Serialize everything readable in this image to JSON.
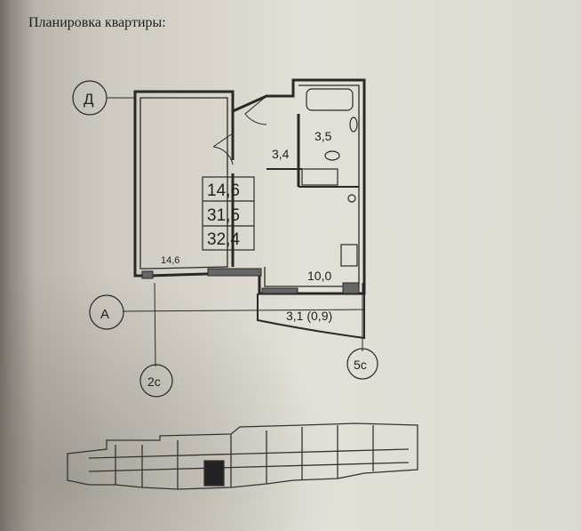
{
  "document": {
    "heading": "Планировка квартиры:"
  },
  "plan": {
    "axes": {
      "top": "Д",
      "middle": "А",
      "left_bottom": "2с",
      "right_bottom": "5с"
    },
    "summary": {
      "living_area": "14,6",
      "total_area": "31,5",
      "total_with_balcony": "32,4"
    },
    "rooms": {
      "living_room": "14,6",
      "hall": "3,4",
      "bathroom": "3,5",
      "kitchen": "10,0",
      "balcony": "3,1 (0,9)"
    }
  }
}
